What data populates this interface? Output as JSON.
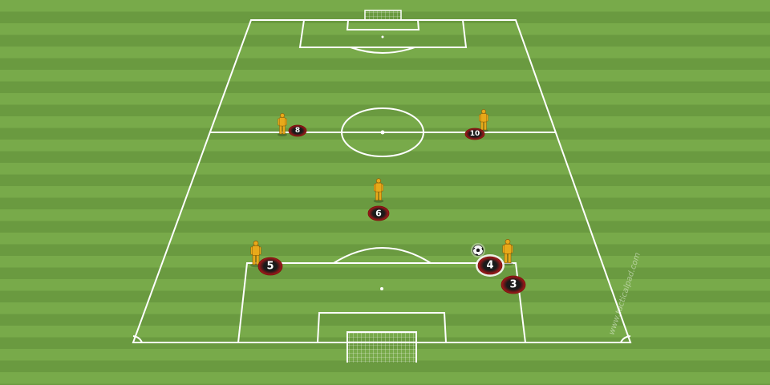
{
  "colors": {
    "grass_light": "#78aa4a",
    "grass_dark": "#6a9a40",
    "line": "#ffffff",
    "mannequin": "#e8a91a",
    "marker": "#1a1a1a",
    "marker_accent": "#d42020"
  },
  "watermark": "www.tacticalpad.com",
  "players": [
    {
      "number": "8",
      "id": "8"
    },
    {
      "number": "10",
      "id": "10"
    },
    {
      "number": "6",
      "id": "6"
    },
    {
      "number": "5",
      "id": "5"
    },
    {
      "number": "4",
      "id": "4"
    },
    {
      "number": "3",
      "id": "3"
    }
  ],
  "mannequins": [
    {
      "id": "m8"
    },
    {
      "id": "m10"
    },
    {
      "id": "m6"
    },
    {
      "id": "m5"
    },
    {
      "id": "m4"
    }
  ],
  "ball": {
    "name": "soccer-ball",
    "highlighted_player": "4"
  }
}
